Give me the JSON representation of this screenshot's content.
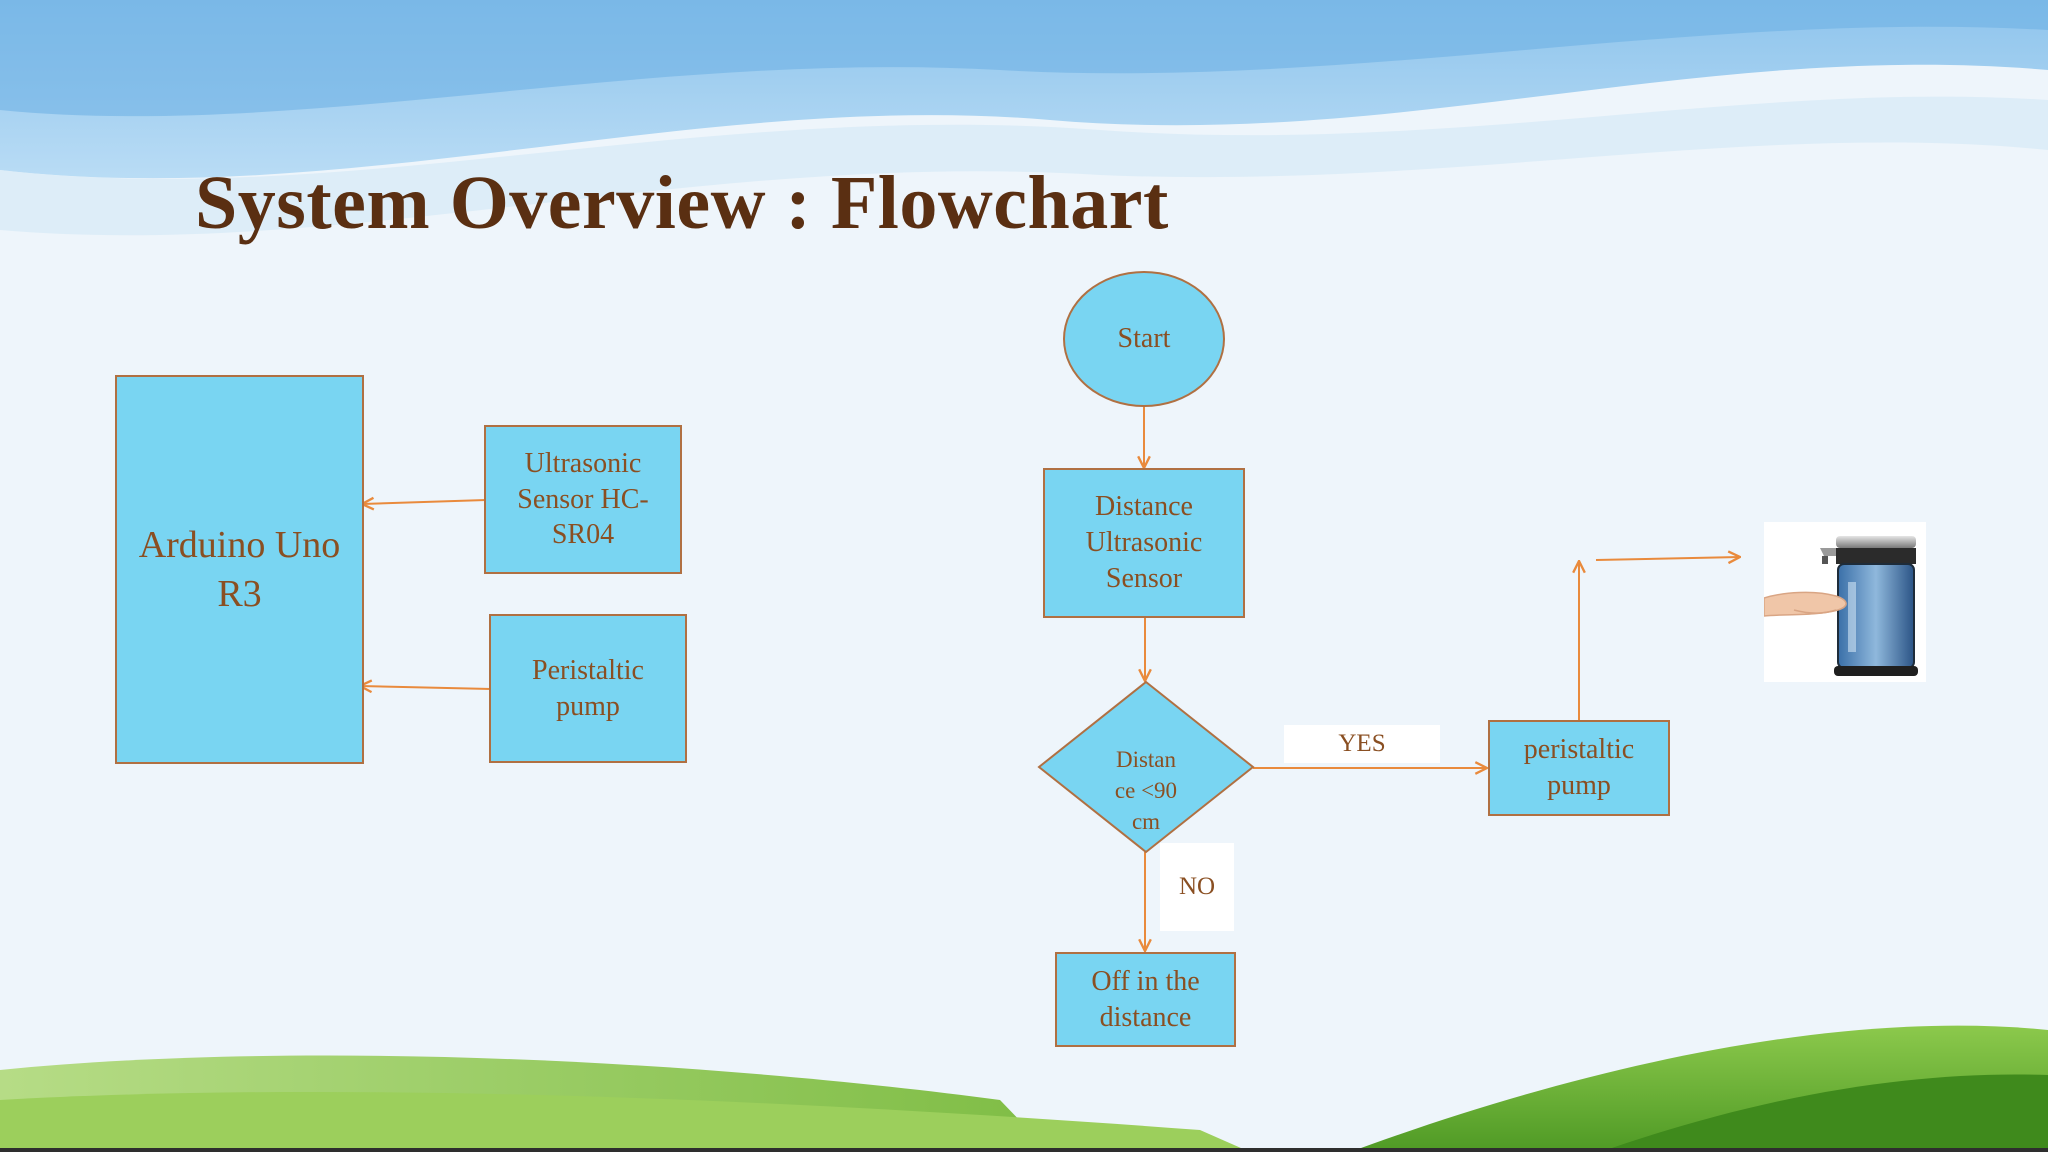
{
  "slide": {
    "title": "System Overview : Flowchart"
  },
  "block_diagram": {
    "controller": "Arduino Uno\nR3",
    "sensor": "Ultrasonic\nSensor  HC-\nSR04",
    "pump": "Peristaltic\npump"
  },
  "flowchart": {
    "start": "Start",
    "sensor_step": "Distance\nUltrasonic\nSensor",
    "decision": "Distan\nce <90\ncm",
    "yes_label": "YES",
    "no_label": "NO",
    "yes_action": "peristaltic\npump",
    "no_action": "Off in the\ndistance"
  },
  "illustration": {
    "icon": "soap-dispenser-icon"
  },
  "colors": {
    "title": "#5a2f12",
    "box_fill": "#79d5f2",
    "box_border": "#b07042",
    "box_text": "#8a4f22",
    "arrow": "#e98a3c"
  }
}
